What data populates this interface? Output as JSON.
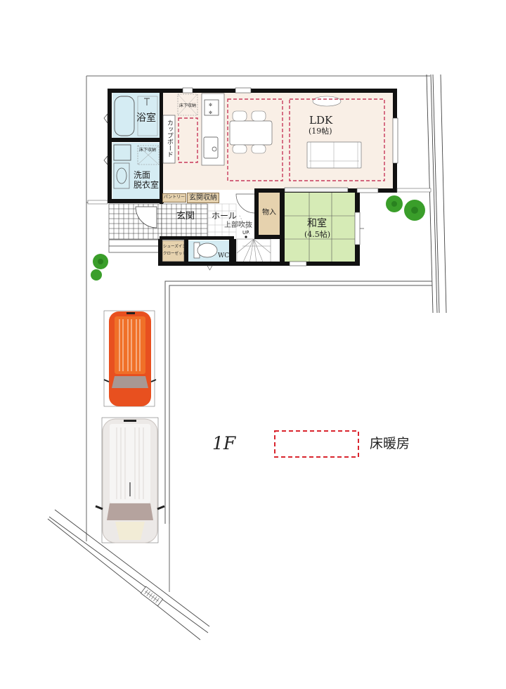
{
  "plan": {
    "floor_label": "1F",
    "legend": {
      "floor_heating_label": "床暖房",
      "floor_heating_color": "#d9252e"
    },
    "rooms": {
      "bath": "浴室",
      "washroom_line1": "洗面",
      "washroom_line2": "脱衣室",
      "cupboard": "カップボード",
      "underfloor_storage_kitchen": "床下収納",
      "underfloor_storage_wash": "床下収納",
      "ldk": "LDK",
      "ldk_size": "(19帖)",
      "pantry": "パントリー",
      "entry_storage": "玄関収納",
      "entrance": "玄関",
      "hall": "ホール",
      "void": "上部吹抜",
      "stairs_up": "UP",
      "storage": "物入",
      "japanese_room": "和室",
      "japanese_room_size": "(4.5帖)",
      "shoe_closet_line1": "シューズイン",
      "shoe_closet_line2": "クローゼット",
      "wc": "WC"
    },
    "colors": {
      "ldk_floor": "#f9efe6",
      "wet_area": "#d5ecf3",
      "tatami": "#d6ebb6",
      "storage": "#e6d2ae",
      "wall": "#111111",
      "heating_dash": "#c8385a",
      "car_red": "#e8501f",
      "car_white": "#ece9e7",
      "tree": "#3a9e2a"
    }
  }
}
